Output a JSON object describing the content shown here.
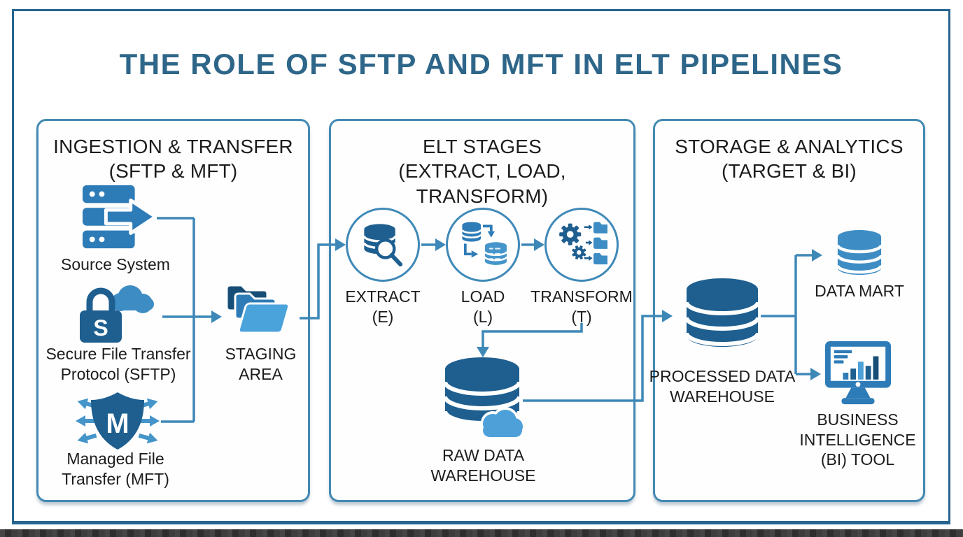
{
  "title": "THE ROLE OF SFTP AND MFT IN ELT PIPELINES",
  "panel1": {
    "heading1": "INGESTION & TRANSFER",
    "heading2": "(SFTP & MFT)",
    "source": {
      "label": "Source System",
      "icon": "server-icon"
    },
    "sftp": {
      "line1": "Secure File Transfer",
      "line2": "Protocol (SFTP)",
      "letter": "S",
      "icon": "lock-cloud-icon"
    },
    "mft": {
      "line1": "Managed File",
      "line2": "Transfer (MFT)",
      "letter": "M",
      "icon": "shield-arrows-icon"
    },
    "staging": {
      "line1": "STAGING",
      "line2": "AREA",
      "icon": "folder-stack-icon"
    }
  },
  "panel2": {
    "heading1": "ELT STAGES",
    "heading2": "(EXTRACT, LOAD, TRANSFORM)",
    "extract": {
      "line1": "EXTRACT",
      "line2": "(E)",
      "icon": "database-search-icon"
    },
    "load": {
      "line1": "LOAD",
      "line2": "(L)",
      "icon": "database-transfer-icon"
    },
    "transform": {
      "line1": "TRANSFORM",
      "line2": "(T)",
      "icon": "gears-folders-icon"
    },
    "raw_warehouse": {
      "line1": "RAW DATA",
      "line2": "WAREHOUSE",
      "icon": "database-cloud-icon"
    }
  },
  "panel3": {
    "heading1": "STORAGE & ANALYTICS",
    "heading2": "(TARGET & BI)",
    "processed_warehouse": {
      "line1": "PROCESSED DATA",
      "line2": "WAREHOUSE",
      "icon": "database-icon"
    },
    "data_mart": {
      "label": "DATA MART",
      "icon": "database-small-icon"
    },
    "bi_tool": {
      "line1": "BUSINESS",
      "line2": "INTELLIGENCE",
      "line3": "(BI) TOOL",
      "icon": "monitor-chart-icon"
    }
  },
  "colors": {
    "title_blue": "#2d6689",
    "panel_border": "#4389b3",
    "connector": "#3e88b8",
    "icon_dark": "#1e5f90",
    "icon_medium": "#2e7cb7",
    "icon_light": "#4da0d8",
    "text": "#1c1c1c"
  }
}
